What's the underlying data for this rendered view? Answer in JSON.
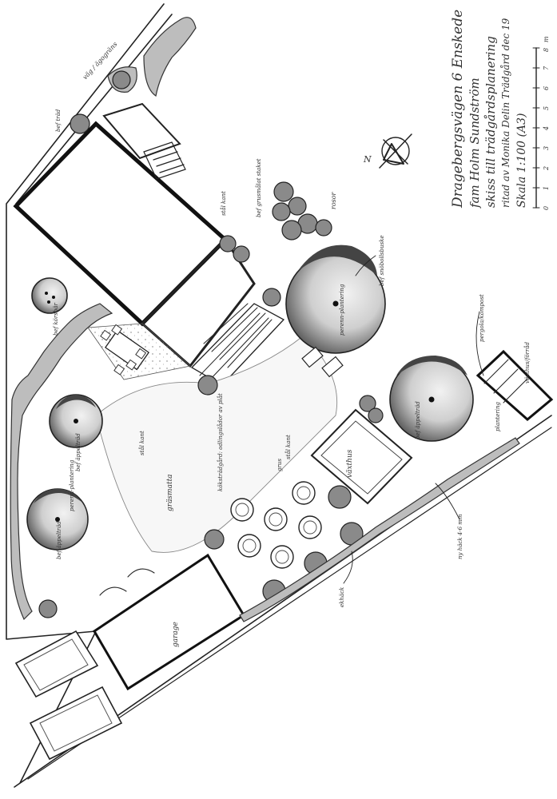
{
  "title_block": {
    "line1": "Dragebergsvägen 6 Enskede",
    "line2": "fam Holm Sundström",
    "line3": "skiss till trädgårdsplanering",
    "line4": "ritad av Monika Delin Trädgård dec 19",
    "line5": "Skala 1:100 (A3)",
    "scale_ticks": [
      "0",
      "1",
      "2",
      "3",
      "4",
      "5",
      "6",
      "7",
      "8",
      "m"
    ]
  },
  "north_label": "N",
  "labels": {
    "street": "väg / ägogräns",
    "existing_tree_top": "bef träd",
    "existing_fence": "bef grusmålat staket",
    "steel_edge_1": "stål kant",
    "roses": "rosor",
    "existing_snowball": "bef snöbollsbuske",
    "existing_apple_left": "bef äppelträd",
    "existing_apple_right": "bef äppelträd",
    "existing_cherry": "bef körsbär",
    "pergola_compost": "pergola/kompost",
    "greenhouse_storage": "växthus/förråd",
    "plant_bed": "plantering",
    "perennial_1": "perenn-plantering",
    "perennial_2": "perenn-plantering",
    "lawn": "gräsmatta",
    "steel_edge_2": "stål kant",
    "kitchen_garden": "köksträdgård: odlingslådor av plåt",
    "gravel": "grus",
    "greenhouse": "växthus",
    "steel_edge_3": "stål kant",
    "garage": "garage",
    "oak_fence": "ekhäck",
    "new_hedge": "ny häck 4-6 mm",
    "existing_apple_bottom": "bef äppelträd"
  }
}
